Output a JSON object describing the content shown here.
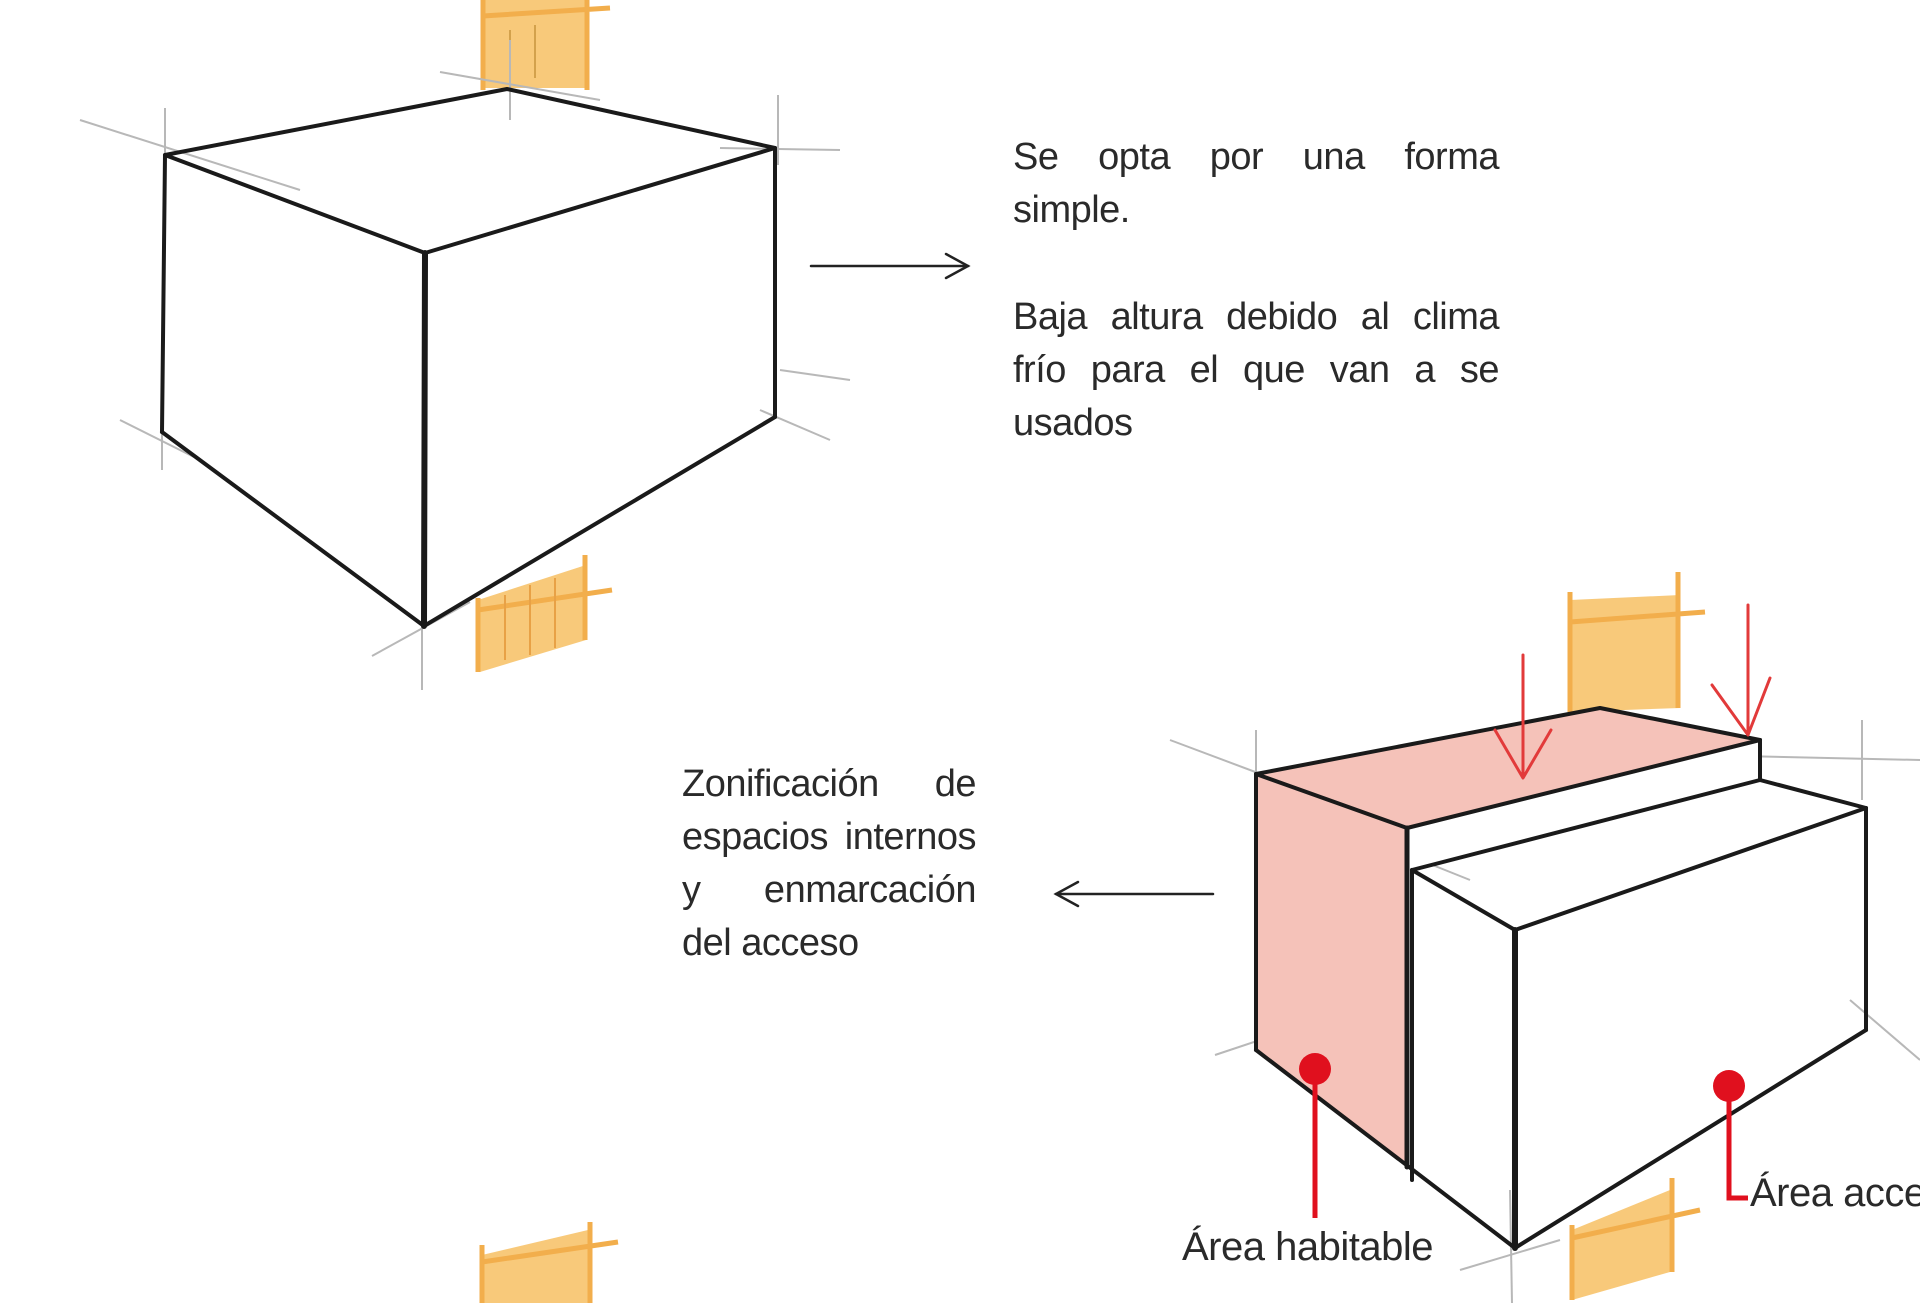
{
  "texts": {
    "description_1": "Se opta por una forma simple.",
    "description_2": "Baja altura debido al clima frío para el que van a se usados",
    "description_3": "Zonificación de espacios internos y enmarcación del acceso"
  },
  "labels": {
    "habitable": "Área habitable",
    "access": "Área acceso"
  },
  "colors": {
    "line": "#1a1a1a",
    "guide": "#b8b8b8",
    "orange": "#f5b03c",
    "pink_fill": "#f5c2b9",
    "red": "#e0101e",
    "red_arrow": "#e23a3a"
  }
}
